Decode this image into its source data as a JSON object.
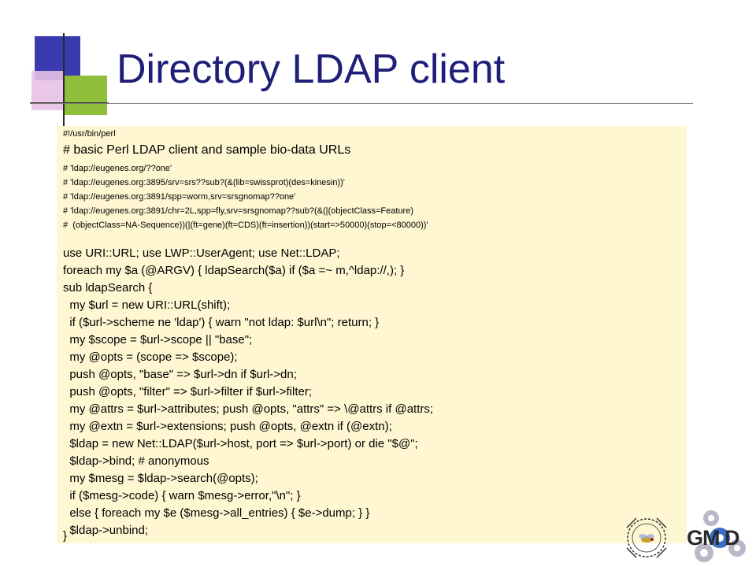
{
  "slide": {
    "title": "Directory LDAP client"
  },
  "code": {
    "lines": [
      "#!/usr/bin/perl",
      "# basic Perl LDAP client and sample bio-data URLs",
      "# 'ldap://eugenes.org/??one'",
      "# 'ldap://eugenes.org:3895/srv=srs??sub?(&(lib=swissprot)(des=kinesin))'",
      "# 'ldap://eugenes.org:3891/spp=worm,srv=srsgnomap??one'",
      "# 'ldap://eugenes.org:3891/chr=2L,spp=fly,srv=srsgnomap??sub?(&(|(objectClass=Feature)",
      "#  (objectClass=NA-Sequence))(|(ft=gene)(ft=CDS)(ft=insertion))(start=>50000)(stop=<80000))'",
      "use URI::URL; use LWP::UserAgent; use Net::LDAP;",
      "foreach my $a (@ARGV) { ldapSearch($a) if ($a =~ m,^ldap://,); }",
      "sub ldapSearch {",
      "  my $url = new URI::URL(shift);",
      "  if ($url->scheme ne 'ldap') { warn \"not ldap: $url\\n\"; return; }",
      "  my $scope = $url->scope || \"base\";",
      "  my @opts = (scope => $scope);",
      "  push @opts, \"base\" => $url->dn if $url->dn;",
      "  push @opts, \"filter\" => $url->filter if $url->filter;",
      "  my @attrs = $url->attributes; push @opts, \"attrs\" => \\@attrs if @attrs;",
      "  my @extn = $url->extensions; push @opts, @extn if (@extn);",
      "  $ldap = new Net::LDAP($url->host, port => $url->port) or die \"$@\";",
      "  $ldap->bind; # anonymous",
      "  my $mesg = $ldap->search(@opts);",
      "  if ($mesg->code) { warn $mesg->error,\"\\n\"; }",
      "  else { foreach my $e ($mesg->all_entries) { $e->dump; } }",
      "  $ldap->unbind;",
      "}"
    ]
  },
  "logos": {
    "gmod_text": "GM D"
  }
}
